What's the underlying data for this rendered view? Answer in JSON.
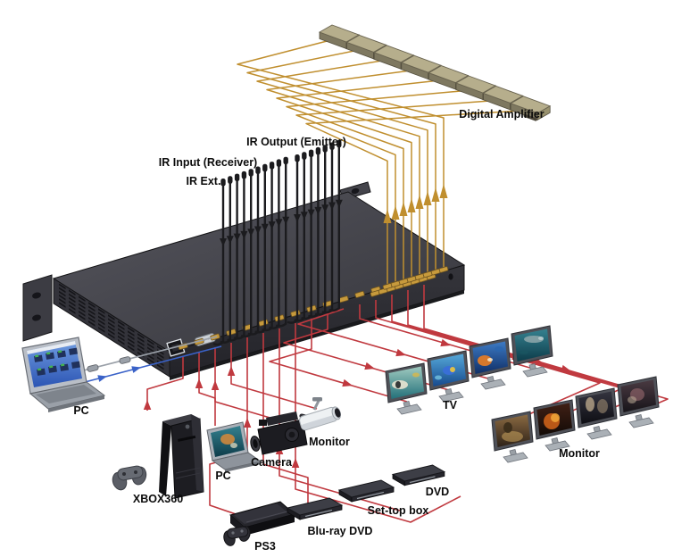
{
  "diagram": {
    "labels": {
      "digital_amplifier": "Digital Amplifier",
      "ir_output": "IR Output (Emitter)",
      "ir_input": "IR Input (Receiver)",
      "ir_ext": "IR Ext.",
      "pc_control": "PC",
      "xbox360": "XBOX360",
      "pc_source": "PC",
      "camera": "Camera",
      "camera_monitor": "Monitor",
      "ps3": "PS3",
      "bluray_dvd": "Blu-ray DVD",
      "settop_box": "Set-top box",
      "dvd": "DVD",
      "tv": "TV",
      "monitor": "Monitor"
    },
    "counts": {
      "digital_amplifiers": 8,
      "ir_extension_cables": 17,
      "audio_output_lines": 8,
      "tvs": 4,
      "monitors": 4
    },
    "colors": {
      "video_cable": "#c0393f",
      "audio_cable": "#c08f2f",
      "pc_control_cable": "#3a62c8",
      "ir_cable": "#1b1b1e",
      "chassis": "#3a3a40",
      "amplifier_case": "#b6ae8c"
    }
  }
}
